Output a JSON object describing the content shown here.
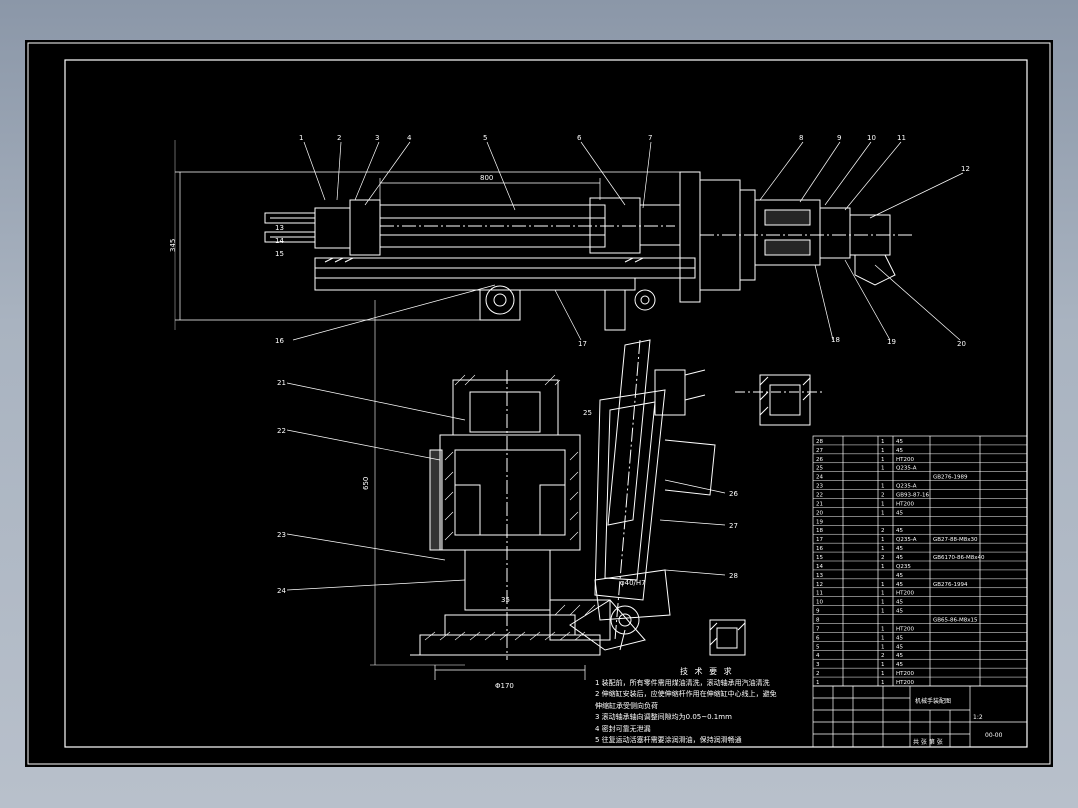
{
  "drawing": {
    "callouts_top": [
      "1",
      "2",
      "3",
      "4",
      "5",
      "6",
      "7",
      "8",
      "9",
      "10",
      "11",
      "12"
    ],
    "callouts_left_top": [
      "13",
      "14",
      "15",
      "16"
    ],
    "callouts_bottom_right": [
      "17",
      "18",
      "19",
      "20"
    ],
    "callouts_left_base": [
      "21",
      "22",
      "23",
      "24"
    ],
    "callouts_arm": [
      "25",
      "26",
      "27",
      "28"
    ],
    "dim_top": "800",
    "dim_left": "345",
    "dim_base": "Φ170",
    "dim_column": "650",
    "dim_arm": "φ40/H7",
    "dim_base_small": "35"
  },
  "tech_notes": {
    "title": "技 术 要 求",
    "lines": [
      "1 装配前，所有零件需用煤油清洗，滚动轴承用汽油清洗",
      "2 伸缩缸安装后，应使伸缩杆作用在伸缩缸中心线上，避免",
      "  伸缩缸承受侧向负荷",
      "3 滚动轴承轴向调整间隙均为0.05~0.1mm",
      "4 密封可靠无泄漏",
      "5 往复运动活塞杆需要涂润滑油，保持润滑畅通"
    ]
  },
  "bom": {
    "rows": [
      [
        "28",
        "",
        "1",
        "45",
        ""
      ],
      [
        "27",
        "",
        "1",
        "45",
        ""
      ],
      [
        "26",
        "",
        "1",
        "HT200",
        ""
      ],
      [
        "25",
        "",
        "1",
        "Q235-A",
        ""
      ],
      [
        "24",
        "",
        "",
        "",
        "GB276-1989"
      ],
      [
        "23",
        "",
        "1",
        "Q235-A",
        ""
      ],
      [
        "22",
        "",
        "2",
        "GB93-87-16",
        ""
      ],
      [
        "21",
        "",
        "1",
        "HT200",
        ""
      ],
      [
        "20",
        "",
        "1",
        "45",
        ""
      ],
      [
        "19",
        "",
        "",
        "",
        ""
      ],
      [
        "18",
        "",
        "2",
        "45",
        ""
      ],
      [
        "17",
        "",
        "1",
        "Q235-A",
        "GB27-88-M8x30"
      ],
      [
        "16",
        "",
        "1",
        "45",
        ""
      ],
      [
        "15",
        "",
        "2",
        "45",
        "GB6170-86-M8x40"
      ],
      [
        "14",
        "",
        "1",
        "Q235",
        ""
      ],
      [
        "13",
        "",
        "",
        "45",
        ""
      ],
      [
        "12",
        "",
        "1",
        "45",
        "GB276-1994"
      ],
      [
        "11",
        "",
        "1",
        "HT200",
        ""
      ],
      [
        "10",
        "",
        "1",
        "45",
        ""
      ],
      [
        "9",
        "",
        "1",
        "45",
        ""
      ],
      [
        "8",
        "",
        "",
        "",
        "GB65-86-M8x15"
      ],
      [
        "7",
        "",
        "1",
        "HT200",
        ""
      ],
      [
        "6",
        "",
        "1",
        "45",
        ""
      ],
      [
        "5",
        "",
        "1",
        "45",
        ""
      ],
      [
        "4",
        "",
        "2",
        "45",
        ""
      ],
      [
        "3",
        "",
        "1",
        "45",
        ""
      ],
      [
        "2",
        "",
        "1",
        "HT200",
        ""
      ],
      [
        "1",
        "",
        "1",
        "HT200",
        ""
      ]
    ],
    "title_block_name": "机械手装配图",
    "scale": "1:2",
    "drawing_no": "00-00",
    "sheet": "共 张 第 张"
  },
  "colors": {
    "background": "#000000",
    "lines": "#ffffff",
    "frame": "#ffffff",
    "accent": "#ffff00"
  }
}
